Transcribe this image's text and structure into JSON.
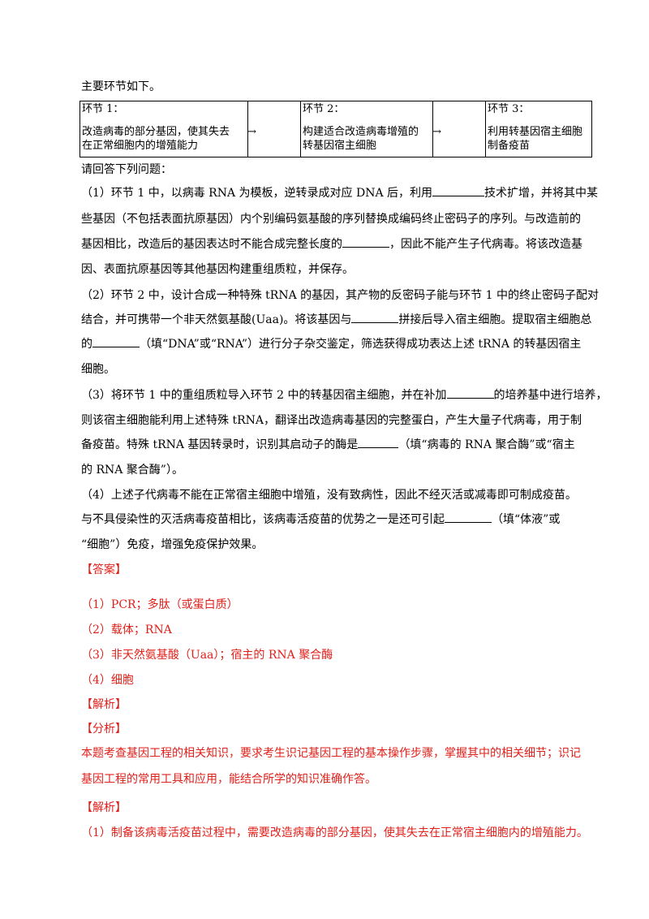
{
  "intro": "主要环节如下。",
  "flow": [
    {
      "title": "环节 1：",
      "line1": "改造病毒的部分基因，使其失去",
      "line2": "在正常细胞内的增殖能力"
    },
    {
      "title": "环节 2：",
      "line1": "构建适合改造病毒增殖的",
      "line2": "转基因宿主细胞"
    },
    {
      "title": "环节 3：",
      "line1": "利用转基因宿主细胞",
      "line2": "制备疫苗"
    }
  ],
  "arrow": "→",
  "prompt": "请回答下列问题：",
  "q1": {
    "l1a": "（1）环节 1 中，以病毒 RNA 为模板，逆转录成对应 DNA 后，利用",
    "l1b": "技术扩增，并将其中某",
    "l2": "些基因（不包括表面抗原基因）内个别编码氨基酸的序列替换成编码终止密码子的序列。与改造前的",
    "l3a": "基因相比，改造后的基因表达时不能合成完整长度的",
    "l3b": "，因此不能产生子代病毒。将该改造基",
    "l4": "因、表面抗原基因等其他基因构建重组质粒，并保存。"
  },
  "q2": {
    "l1": "（2）环节 2 中，设计合成一种特殊 tRNA 的基因，其产物的反密码子能与环节 1 中的终止密码子配对",
    "l2a": "结合，并可携带一个非天然氨基酸(Uaa)。将该基因与",
    "l2b": "拼接后导入宿主细胞。提取宿主细胞总",
    "l3a": "的",
    "l3b": "（填“DNA”或“RNA”）进行分子杂交鉴定，筛选获得成功表达上述 tRNA 的转基因宿主",
    "l4": "细胞。"
  },
  "q3": {
    "l1a": "（3）将环节 1 中的重组质粒导入环节 2 中的转基因宿主细胞，并在补加",
    "l1b": "的培养基中进行培养，",
    "l2": "则该宿主细胞能利用上述特殊 tRNA，翻译出改造病毒基因的完整蛋白，产生大量子代病毒，用于制",
    "l3a": "备疫苗。特殊 tRNA 基因转录时，识别其启动子的酶是",
    "l3b": "（填“病毒的 RNA 聚合酶”或“宿主",
    "l4": "的 RNA 聚合酶”）。"
  },
  "q4": {
    "l1": "（4）上述子代病毒不能在正常宿主细胞中增殖，没有致病性，因此不经灭活或减毒即可制成疫苗。",
    "l2a": "与不具侵染性的灭活病毒疫苗相比，该病毒活疫苗的优势之一是还可引起",
    "l2b": "（填“体液”或",
    "l3": "“细胞”）免疫，增强免疫保护效果。"
  },
  "answer_heading": "【答案】",
  "answers": [
    "（1）PCR；多肽（或蛋白质）",
    "（2）载体；RNA",
    "（3）非天然氨基酸（Uaa）；宿主的 RNA 聚合酶",
    "（4）细胞"
  ],
  "analysis_heading": "【解析】",
  "fenxi_heading": "【分析】",
  "fenxi": [
    "本题考查基因工程的相关知识，要求考生识记基因工程的基本操作步骤，掌握其中的相关细节；识记",
    "基因工程的常用工具和应用，能结合所学的知识准确作答。"
  ],
  "jiexi_heading": "【解析】",
  "jiexi": [
    "（1）制备该病毒活疫苗过程中，需要改造病毒的部分基因，使其失去在正常宿主细胞内的增殖能力。"
  ],
  "colors": {
    "red": "#e0201a",
    "text": "#000000"
  }
}
